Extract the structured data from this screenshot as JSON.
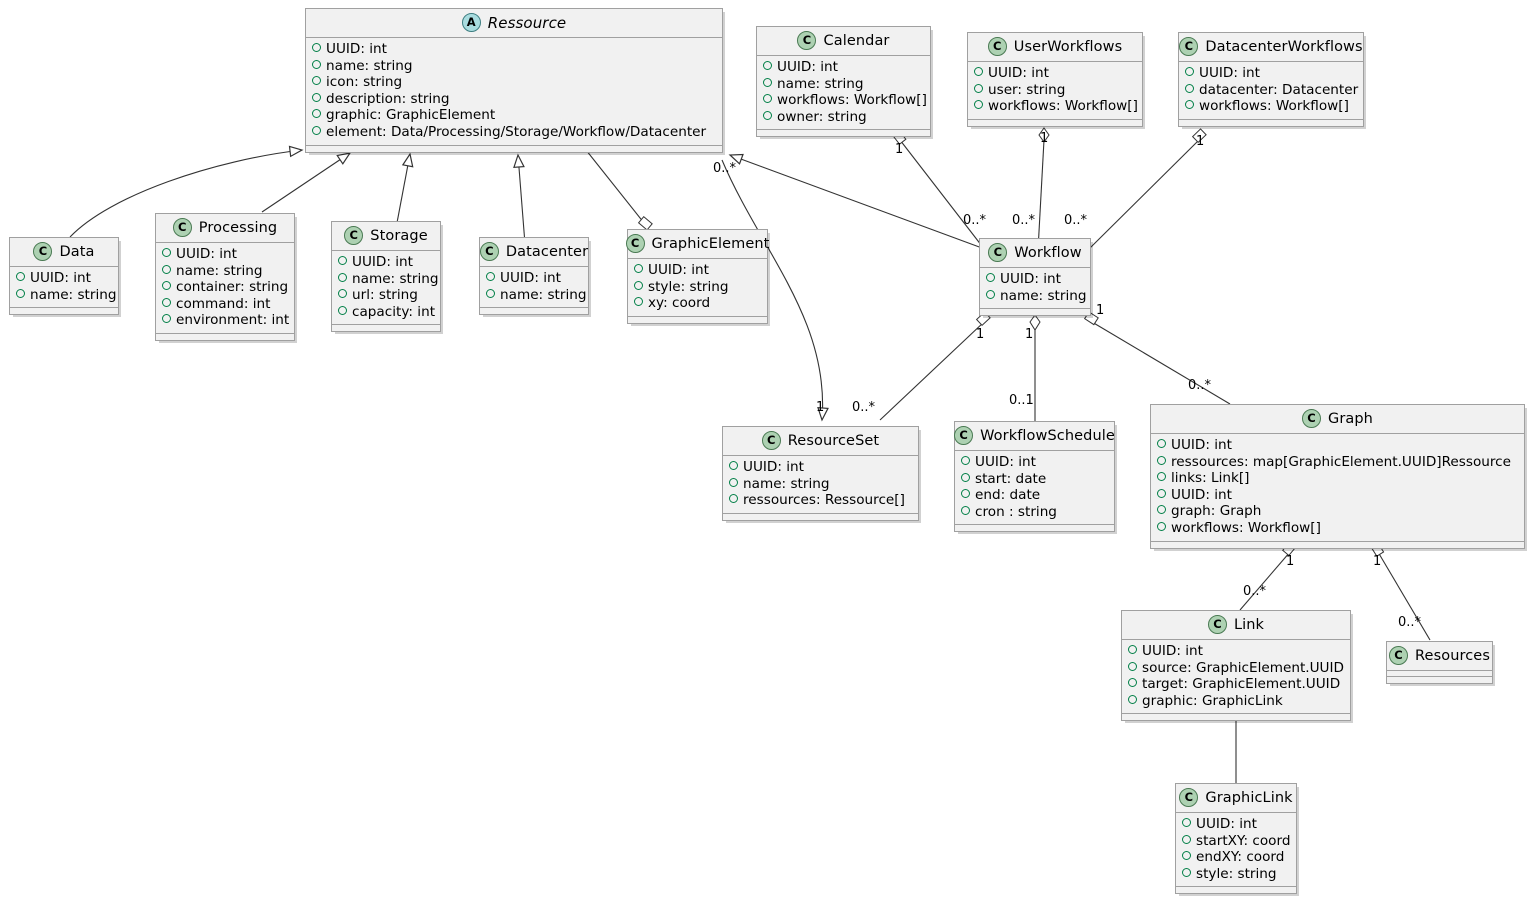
{
  "diagram": {
    "title": "UML Class Diagram",
    "type": "uml-class-diagram",
    "background": "#FFFFFF",
    "class_fill": "#F1F1F1",
    "class_border": "#A0A0A0",
    "class_badge_color": "#ADD1B2",
    "abstract_badge_color": "#A9DCDF",
    "visibility_marker_color": "#038048"
  },
  "classes": [
    {
      "id": "ressource",
      "name": "Ressource",
      "stereotype": "A",
      "abstract": true,
      "attributes": [
        "UUID: int",
        "name: string",
        "icon: string",
        "description: string",
        "graphic: GraphicElement",
        "element: Data/Processing/Storage/Workflow/Datacenter"
      ]
    },
    {
      "id": "calendar",
      "name": "Calendar",
      "stereotype": "C",
      "abstract": false,
      "attributes": [
        "UUID: int",
        "name: string",
        "workflows: Workflow[]",
        "owner: string"
      ]
    },
    {
      "id": "userworkflows",
      "name": "UserWorkflows",
      "stereotype": "C",
      "abstract": false,
      "attributes": [
        "UUID: int",
        "user: string",
        "workflows: Workflow[]"
      ]
    },
    {
      "id": "datacenterworkflows",
      "name": "DatacenterWorkflows",
      "stereotype": "C",
      "abstract": false,
      "attributes": [
        "UUID: int",
        "datacenter: Datacenter",
        "workflows: Workflow[]"
      ]
    },
    {
      "id": "data",
      "name": "Data",
      "stereotype": "C",
      "abstract": false,
      "attributes": [
        "UUID: int",
        "name: string"
      ]
    },
    {
      "id": "processing",
      "name": "Processing",
      "stereotype": "C",
      "abstract": false,
      "attributes": [
        "UUID: int",
        "name: string",
        "container: string",
        "command: int",
        "environment: int"
      ]
    },
    {
      "id": "storage",
      "name": "Storage",
      "stereotype": "C",
      "abstract": false,
      "attributes": [
        "UUID: int",
        "name: string",
        "url: string",
        "capacity: int"
      ]
    },
    {
      "id": "datacenter",
      "name": "Datacenter",
      "stereotype": "C",
      "abstract": false,
      "attributes": [
        "UUID: int",
        "name: string"
      ]
    },
    {
      "id": "graphicelement",
      "name": "GraphicElement",
      "stereotype": "C",
      "abstract": false,
      "attributes": [
        "UUID: int",
        "style: string",
        "xy: coord"
      ]
    },
    {
      "id": "workflow",
      "name": "Workflow",
      "stereotype": "C",
      "abstract": false,
      "attributes": [
        "UUID: int",
        "name: string"
      ]
    },
    {
      "id": "resourceset",
      "name": "ResourceSet",
      "stereotype": "C",
      "abstract": false,
      "attributes": [
        "UUID: int",
        "name: string",
        "ressources: Ressource[]"
      ]
    },
    {
      "id": "workflowschedule",
      "name": "WorkflowSchedule",
      "stereotype": "C",
      "abstract": false,
      "attributes": [
        "UUID: int",
        "start: date",
        "end: date",
        "cron : string"
      ]
    },
    {
      "id": "graph",
      "name": "Graph",
      "stereotype": "C",
      "abstract": false,
      "attributes": [
        "UUID: int",
        "ressources: map[GraphicElement.UUID]Ressource",
        "links: Link[]",
        "UUID: int",
        "graph: Graph",
        "workflows: Workflow[]"
      ]
    },
    {
      "id": "link",
      "name": "Link",
      "stereotype": "C",
      "abstract": false,
      "attributes": [
        "UUID: int",
        "source: GraphicElement.UUID",
        "target: GraphicElement.UUID",
        "graphic: GraphicLink"
      ]
    },
    {
      "id": "resources",
      "name": "Resources",
      "stereotype": "C",
      "abstract": false,
      "attributes": []
    },
    {
      "id": "graphiclink",
      "name": "GraphicLink",
      "stereotype": "C",
      "abstract": false,
      "attributes": [
        "UUID: int",
        "startXY: coord",
        "endXY: coord",
        "style: string"
      ]
    }
  ],
  "multiplicities": [
    {
      "id": "m-ressource-right",
      "text": "0..*"
    },
    {
      "id": "m-calendar-workflow-near-calendar",
      "text": "1"
    },
    {
      "id": "m-calendar-workflow-near-workflow",
      "text": "0..*"
    },
    {
      "id": "m-userworkflows-near-uw",
      "text": "1"
    },
    {
      "id": "m-userworkflows-near-workflow",
      "text": "0..*"
    },
    {
      "id": "m-dcworkflows-near-dcw",
      "text": "1"
    },
    {
      "id": "m-dcworkflows-near-workflow",
      "text": "0..*"
    },
    {
      "id": "m-workflow-resourceset-near-workflow",
      "text": "1"
    },
    {
      "id": "m-workflow-resourceset-near-rs",
      "text": "0..*"
    },
    {
      "id": "m-workflow-schedule-near-workflow",
      "text": "1"
    },
    {
      "id": "m-workflow-schedule-near-schedule",
      "text": "0..1"
    },
    {
      "id": "m-workflow-graph-near-workflow",
      "text": "1"
    },
    {
      "id": "m-workflow-graph-near-graph",
      "text": "0..*"
    },
    {
      "id": "m-ressource-resourceset-near-rs",
      "text": "1"
    },
    {
      "id": "m-graph-link-near-graph",
      "text": "1"
    },
    {
      "id": "m-graph-link-near-link",
      "text": "0..*"
    },
    {
      "id": "m-graph-resources-near-graph",
      "text": "1"
    },
    {
      "id": "m-graph-resources-near-resources",
      "text": "0..*"
    }
  ]
}
